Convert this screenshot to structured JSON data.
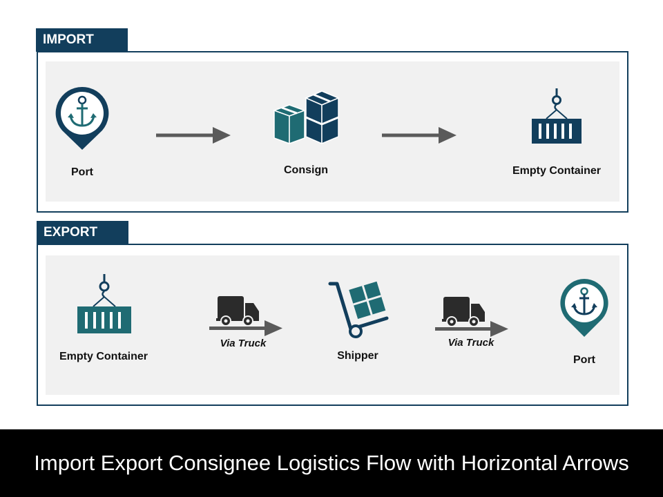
{
  "colors": {
    "navy": "#123e5c",
    "teal": "#1f6b73",
    "arrow": "#5a5a5a",
    "panel_bg": "#f1f1f1",
    "truck": "#2b2b2b"
  },
  "import": {
    "title": "IMPORT",
    "steps": [
      {
        "label": "Port",
        "icon": "map-pin-anchor-icon"
      },
      {
        "label": "Consign",
        "icon": "boxes-icon"
      },
      {
        "label": "Empty Container",
        "icon": "hook-container-icon"
      }
    ]
  },
  "export": {
    "title": "EXPORT",
    "steps": [
      {
        "label": "Empty Container",
        "icon": "hook-container-icon"
      },
      {
        "label": "Shipper",
        "icon": "hand-truck-icon"
      },
      {
        "label": "Port",
        "icon": "map-pin-anchor-icon"
      }
    ],
    "connectors": [
      {
        "label": "Via Truck",
        "icon": "truck-icon"
      },
      {
        "label": "Via Truck",
        "icon": "truck-icon"
      }
    ]
  },
  "footer": {
    "title": "Import Export Consignee Logistics Flow with Horizontal Arrows"
  }
}
